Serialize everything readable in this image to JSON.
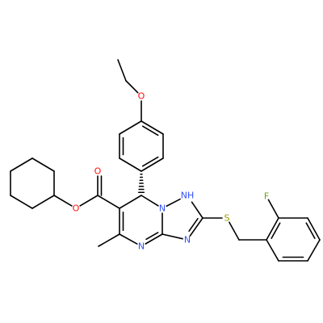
{
  "colors": {
    "background": "#ffffff",
    "bond": "#000000",
    "O": "#ff0d0d",
    "N": "#3050f8",
    "S": "#9a9a00",
    "F": "#68a010",
    "H": "#000000"
  },
  "atoms": [
    {
      "id": "a_ch3_ethyl",
      "el": "C"
    },
    {
      "id": "a_ch2_ethyl",
      "el": "C"
    },
    {
      "id": "a_o_ether",
      "el": "O",
      "label": "O"
    },
    {
      "id": "a_ar1_c1",
      "el": "C"
    },
    {
      "id": "a_ar1_c2",
      "el": "C"
    },
    {
      "id": "a_ar1_c3",
      "el": "C"
    },
    {
      "id": "a_ar1_c4",
      "el": "C"
    },
    {
      "id": "a_ar1_c5",
      "el": "C"
    },
    {
      "id": "a_ar1_c6",
      "el": "C"
    },
    {
      "id": "a_c7",
      "el": "C"
    },
    {
      "id": "a_c6",
      "el": "C"
    },
    {
      "id": "a_c5",
      "el": "C"
    },
    {
      "id": "a_n4",
      "el": "N",
      "label": "N"
    },
    {
      "id": "a_c3a",
      "el": "C"
    },
    {
      "id": "a_n1",
      "el": "N",
      "label": "N"
    },
    {
      "id": "a_nh",
      "el": "N",
      "label": "NH"
    },
    {
      "id": "a_c2",
      "el": "C"
    },
    {
      "id": "a_n3",
      "el": "N",
      "label": "N"
    },
    {
      "id": "a_me",
      "el": "C"
    },
    {
      "id": "a_cester",
      "el": "C"
    },
    {
      "id": "a_o_carbonyl",
      "el": "O",
      "label": "O"
    },
    {
      "id": "a_o_ester",
      "el": "O",
      "label": "O"
    },
    {
      "id": "a_cy1",
      "el": "C"
    },
    {
      "id": "a_cy2",
      "el": "C"
    },
    {
      "id": "a_cy3",
      "el": "C"
    },
    {
      "id": "a_cy4",
      "el": "C"
    },
    {
      "id": "a_cy5",
      "el": "C"
    },
    {
      "id": "a_cy6",
      "el": "C"
    },
    {
      "id": "a_s",
      "el": "S",
      "label": "S"
    },
    {
      "id": "a_ch2_benzyl",
      "el": "C"
    },
    {
      "id": "a_ar2_c1",
      "el": "C"
    },
    {
      "id": "a_ar2_c2",
      "el": "C"
    },
    {
      "id": "a_ar2_c3",
      "el": "C"
    },
    {
      "id": "a_ar2_c4",
      "el": "C"
    },
    {
      "id": "a_ar2_c5",
      "el": "C"
    },
    {
      "id": "a_ar2_c6",
      "el": "C"
    },
    {
      "id": "a_f",
      "el": "F",
      "label": "F"
    }
  ],
  "bonds": [
    {
      "from": "a_ch3_ethyl",
      "to": "a_ch2_ethyl",
      "order": 1
    },
    {
      "from": "a_ch2_ethyl",
      "to": "a_o_ether",
      "order": 1
    },
    {
      "from": "a_o_ether",
      "to": "a_ar1_c1",
      "order": 1
    },
    {
      "from": "a_ar1_c1",
      "to": "a_ar1_c2",
      "order": 2
    },
    {
      "from": "a_ar1_c2",
      "to": "a_ar1_c3",
      "order": 1
    },
    {
      "from": "a_ar1_c3",
      "to": "a_ar1_c4",
      "order": 2
    },
    {
      "from": "a_ar1_c4",
      "to": "a_ar1_c5",
      "order": 1
    },
    {
      "from": "a_ar1_c5",
      "to": "a_ar1_c6",
      "order": 2
    },
    {
      "from": "a_ar1_c6",
      "to": "a_ar1_c1",
      "order": 1
    },
    {
      "from": "a_ar1_c4",
      "to": "a_c7",
      "order": 1,
      "stereo": "hash"
    },
    {
      "from": "a_c7",
      "to": "a_c6",
      "order": 1
    },
    {
      "from": "a_c6",
      "to": "a_c5",
      "order": 2
    },
    {
      "from": "a_c5",
      "to": "a_n4",
      "order": 1
    },
    {
      "from": "a_n4",
      "to": "a_c3a",
      "order": 2
    },
    {
      "from": "a_c3a",
      "to": "a_n1",
      "order": 1
    },
    {
      "from": "a_n1",
      "to": "a_c7",
      "order": 1
    },
    {
      "from": "a_n1",
      "to": "a_nh",
      "order": 1
    },
    {
      "from": "a_nh",
      "to": "a_c2",
      "order": 1
    },
    {
      "from": "a_c2",
      "to": "a_n3",
      "order": 2
    },
    {
      "from": "a_n3",
      "to": "a_c3a",
      "order": 1
    },
    {
      "from": "a_c5",
      "to": "a_me",
      "order": 1
    },
    {
      "from": "a_c6",
      "to": "a_cester",
      "order": 1
    },
    {
      "from": "a_cester",
      "to": "a_o_carbonyl",
      "order": 2
    },
    {
      "from": "a_cester",
      "to": "a_o_ester",
      "order": 1
    },
    {
      "from": "a_o_ester",
      "to": "a_cy1",
      "order": 1
    },
    {
      "from": "a_cy1",
      "to": "a_cy2",
      "order": 1
    },
    {
      "from": "a_cy2",
      "to": "a_cy3",
      "order": 1
    },
    {
      "from": "a_cy3",
      "to": "a_cy4",
      "order": 1
    },
    {
      "from": "a_cy4",
      "to": "a_cy5",
      "order": 1
    },
    {
      "from": "a_cy5",
      "to": "a_cy6",
      "order": 1
    },
    {
      "from": "a_cy6",
      "to": "a_cy1",
      "order": 1
    },
    {
      "from": "a_c2",
      "to": "a_s",
      "order": 1
    },
    {
      "from": "a_s",
      "to": "a_ch2_benzyl",
      "order": 1
    },
    {
      "from": "a_ch2_benzyl",
      "to": "a_ar2_c1",
      "order": 1
    },
    {
      "from": "a_ar2_c1",
      "to": "a_ar2_c2",
      "order": 2
    },
    {
      "from": "a_ar2_c2",
      "to": "a_ar2_c3",
      "order": 1
    },
    {
      "from": "a_ar2_c3",
      "to": "a_ar2_c4",
      "order": 2
    },
    {
      "from": "a_ar2_c4",
      "to": "a_ar2_c5",
      "order": 1
    },
    {
      "from": "a_ar2_c5",
      "to": "a_ar2_c6",
      "order": 2
    },
    {
      "from": "a_ar2_c6",
      "to": "a_ar2_c1",
      "order": 1
    },
    {
      "from": "a_ar2_c2",
      "to": "a_f",
      "order": 1
    }
  ]
}
